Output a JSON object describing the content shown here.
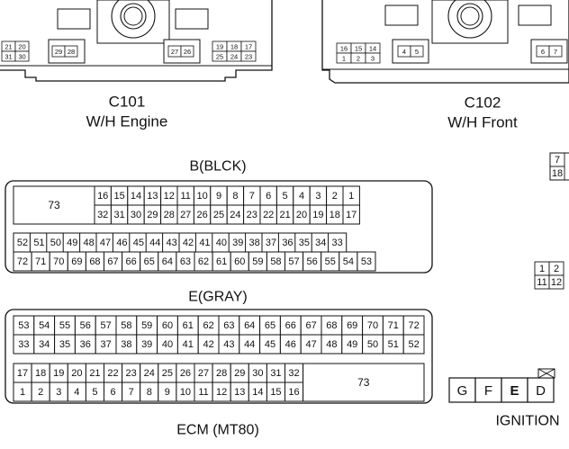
{
  "connectors": {
    "c101": {
      "code": "C101",
      "name": "W/H Engine",
      "pins_left": [
        "21",
        "20",
        "31",
        "30"
      ],
      "pins_mid": [
        "29",
        "28"
      ],
      "pins_right_a": [
        "27",
        "26"
      ],
      "pins_right_b": [
        "19",
        "18",
        "17",
        "25",
        "24",
        "23"
      ]
    },
    "c102": {
      "code": "C102",
      "name": "W/H Front",
      "pins_left": [
        "16",
        "15",
        "14",
        "1",
        "2",
        "3"
      ],
      "pins_mid": [
        "4",
        "5"
      ],
      "pins_right": [
        "6",
        "7"
      ]
    }
  },
  "ecm": {
    "title": "ECM (MT80)",
    "block_b": {
      "label": "B(BLCK)",
      "big_pin": "73",
      "row1": [
        "16",
        "15",
        "14",
        "13",
        "12",
        "11",
        "10",
        "9",
        "8",
        "7",
        "6",
        "5",
        "4",
        "3",
        "2",
        "1"
      ],
      "row2": [
        "32",
        "31",
        "30",
        "29",
        "28",
        "27",
        "26",
        "25",
        "24",
        "23",
        "22",
        "21",
        "20",
        "19",
        "18",
        "17"
      ],
      "row3": [
        "52",
        "51",
        "50",
        "49",
        "48",
        "47",
        "46",
        "45",
        "44",
        "43",
        "42",
        "41",
        "40",
        "39",
        "38",
        "37",
        "36",
        "35",
        "34",
        "33"
      ],
      "row4": [
        "72",
        "71",
        "70",
        "69",
        "68",
        "67",
        "66",
        "65",
        "64",
        "63",
        "62",
        "61",
        "60",
        "59",
        "58",
        "57",
        "56",
        "55",
        "54",
        "53"
      ]
    },
    "block_e": {
      "label": "E(GRAY)",
      "big_pin": "73",
      "row1": [
        "53",
        "54",
        "55",
        "56",
        "57",
        "58",
        "59",
        "60",
        "61",
        "62",
        "63",
        "64",
        "65",
        "66",
        "67",
        "68",
        "69",
        "70",
        "71",
        "72"
      ],
      "row2": [
        "33",
        "34",
        "35",
        "36",
        "37",
        "38",
        "39",
        "40",
        "41",
        "42",
        "43",
        "44",
        "45",
        "46",
        "47",
        "48",
        "49",
        "50",
        "51",
        "52"
      ],
      "row3": [
        "17",
        "18",
        "19",
        "20",
        "21",
        "22",
        "23",
        "24",
        "25",
        "26",
        "27",
        "28",
        "29",
        "30",
        "31",
        "32"
      ],
      "row4": [
        "1",
        "2",
        "3",
        "4",
        "5",
        "6",
        "7",
        "8",
        "9",
        "10",
        "11",
        "12",
        "13",
        "14",
        "15",
        "16"
      ]
    }
  },
  "partial": {
    "top_pins": [
      "7",
      "18"
    ],
    "mid_pins": [
      "1",
      "2",
      "11",
      "12"
    ]
  },
  "ignition": {
    "label": "IGNITION",
    "keys": [
      "G",
      "F",
      "E",
      "D"
    ]
  }
}
